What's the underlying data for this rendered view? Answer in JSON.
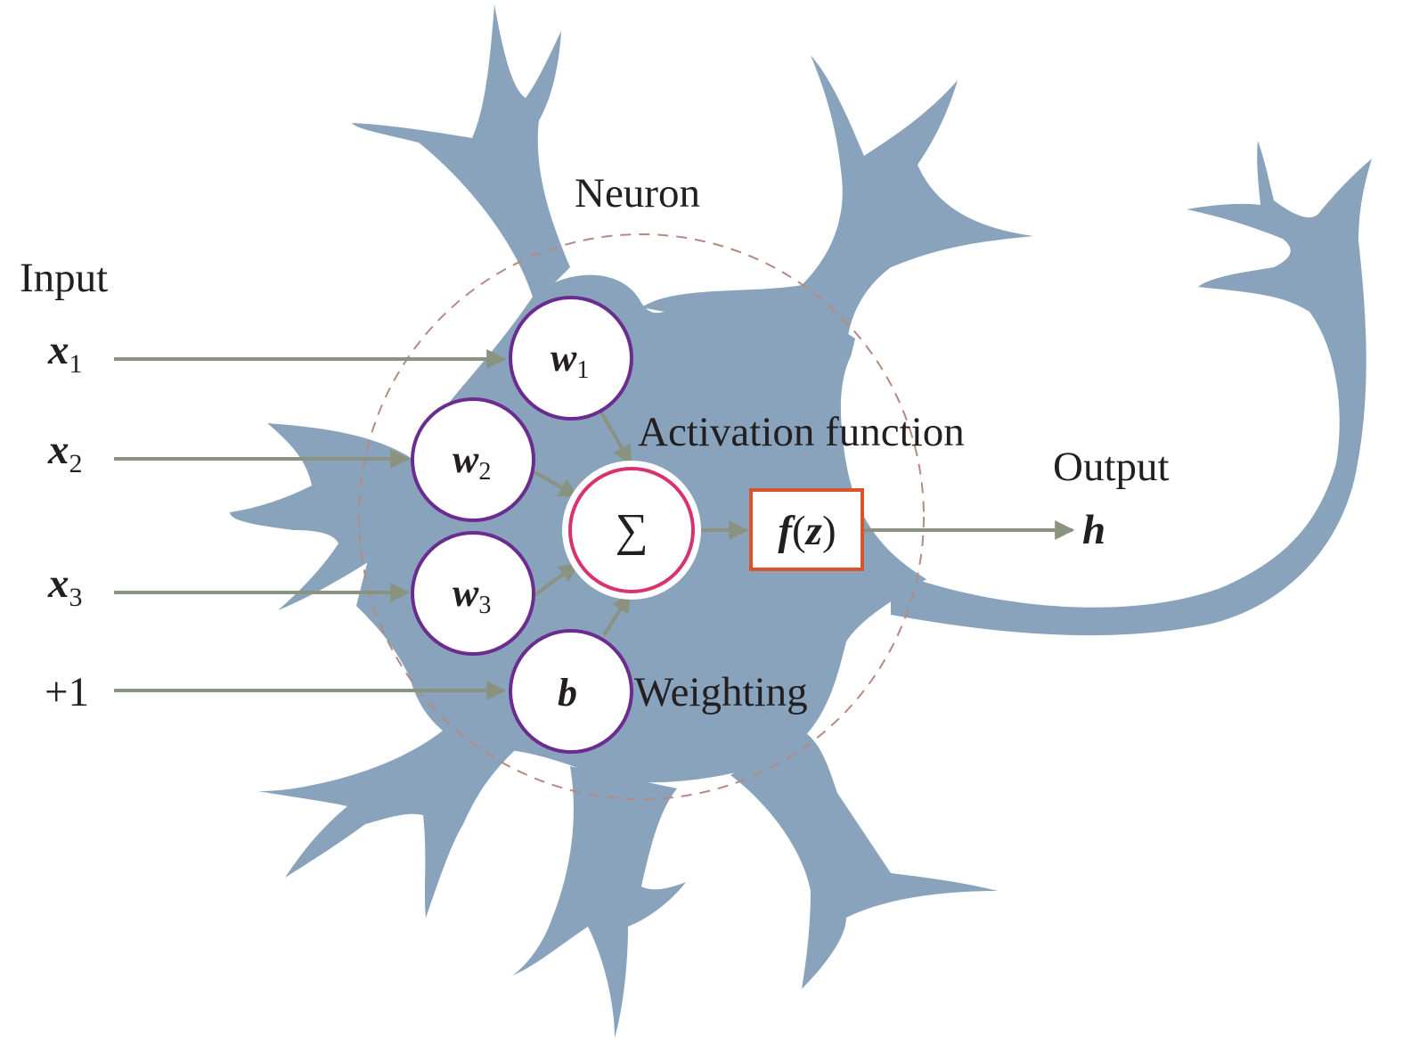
{
  "labels": {
    "neuron": "Neuron",
    "input": "Input",
    "activation": "Activation function",
    "output": "Output",
    "weighting": "Weighting"
  },
  "inputs": [
    {
      "base": "x",
      "sub": "1"
    },
    {
      "base": "x",
      "sub": "2"
    },
    {
      "base": "x",
      "sub": "3"
    },
    {
      "base": "",
      "sub": "",
      "text": "+1"
    }
  ],
  "weights": [
    {
      "base": "w",
      "sub": "1"
    },
    {
      "base": "w",
      "sub": "2"
    },
    {
      "base": "w",
      "sub": "3"
    },
    {
      "base": "b",
      "sub": ""
    }
  ],
  "sum_symbol": "∑",
  "activation_box": {
    "f": "f",
    "open": "(",
    "z": "z",
    "close": ")"
  },
  "output_var": "h",
  "colors": {
    "neuron_body": "#88a3bb",
    "arrow": "#8a9380",
    "weight_circle": "#6b2c8f",
    "sum_circle": "#d6336f",
    "activation_box": "#d9532b",
    "dashed_circle": "#b48a82",
    "text": "#231f20"
  }
}
